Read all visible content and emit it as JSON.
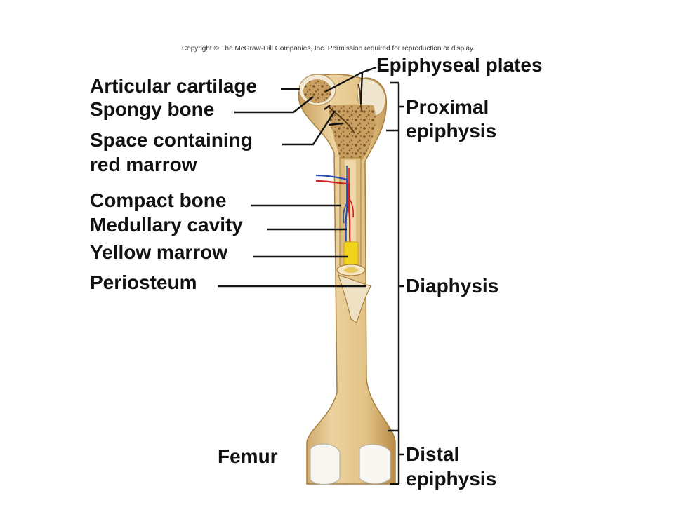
{
  "copyright": "Copyright © The McGraw-Hill Companies, Inc. Permission required for reproduction or display.",
  "figure_label": "Femur",
  "structure_labels": {
    "epiphyseal_plates": "Epiphyseal plates",
    "articular_cartilage": "Articular cartilage",
    "spongy_bone": "Spongy bone",
    "red_marrow_line1": "Space containing",
    "red_marrow_line2": "red marrow",
    "compact_bone": "Compact bone",
    "medullary_cavity": "Medullary cavity",
    "yellow_marrow": "Yellow marrow",
    "periosteum": "Periosteum"
  },
  "region_labels": {
    "proximal_line1": "Proximal",
    "proximal_line2": "epiphysis",
    "diaphysis": "Diaphysis",
    "distal_line1": "Distal",
    "distal_line2": "epiphysis"
  },
  "colors": {
    "bone": "#e6c78e",
    "bone_shadow": "#c9a05c",
    "spongy": "#b88a4c",
    "cartilage": "#f4f1e8",
    "yellow_marrow": "#f2d31b",
    "artery": "#d42020",
    "vein": "#2a4fb5",
    "leader_line": "#111111"
  }
}
